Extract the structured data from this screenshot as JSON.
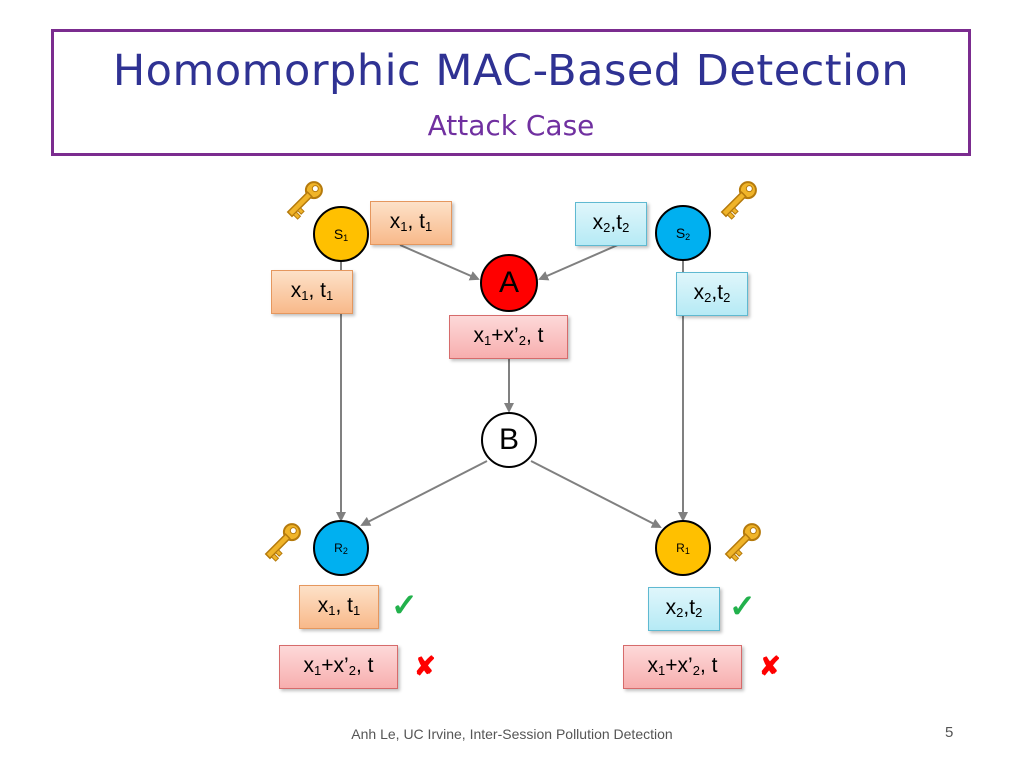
{
  "title": "Homomorphic MAC-Based Detection",
  "subtitle": "Attack Case",
  "nodes": {
    "s1": {
      "main": "S",
      "sub": "1"
    },
    "s2": {
      "main": "S",
      "sub": "2"
    },
    "a": {
      "main": "A"
    },
    "b": {
      "main": "B"
    },
    "r2": {
      "main": "R",
      "sub": "2"
    },
    "r1": {
      "main": "R",
      "sub": "1"
    }
  },
  "labels": {
    "s1_top": {
      "x": "x",
      "x_sub": "1",
      "sep": ", t",
      "t_sub": "1"
    },
    "s1_side": {
      "x": "x",
      "x_sub": "1",
      "sep": ", t",
      "t_sub": "1"
    },
    "s2_top": {
      "x": "x",
      "x_sub": "2",
      "sep": ",t",
      "t_sub": "2"
    },
    "s2_side": {
      "x": "x",
      "x_sub": "2",
      "sep": ",t",
      "t_sub": "2"
    },
    "a_out": {
      "a": "x",
      "a_sub": "1",
      "b": "+x’",
      "b_sub": "2",
      "c": ", t"
    },
    "r2_ok": {
      "x": "x",
      "x_sub": "1",
      "sep": ", t",
      "t_sub": "1"
    },
    "r2_bad": {
      "a": "x",
      "a_sub": "1",
      "b": "+x’",
      "b_sub": "2",
      "c": ", t"
    },
    "r1_ok": {
      "x": "x",
      "x_sub": "2",
      "sep": ",t",
      "t_sub": "2"
    },
    "r1_bad": {
      "a": "x",
      "a_sub": "1",
      "b": "+x’",
      "b_sub": "2",
      "c": ", t"
    }
  },
  "marks": {
    "check": "✓",
    "cross": "✘"
  },
  "colors": {
    "title": "#2f3293",
    "subtitle": "#7030a0",
    "frame": "#7b2c8f",
    "source_node": "#ffc000",
    "receiver_node": "#00b0f0",
    "attacker_node": "#ff0000",
    "check": "#22b14c",
    "cross": "#ff0000",
    "arrow": "#808080"
  },
  "icons": [
    "key-icon",
    "check-icon",
    "cross-icon"
  ],
  "footer": "Anh Le,  UC Irvine, Inter-Session Pollution Detection",
  "page_number": "5"
}
